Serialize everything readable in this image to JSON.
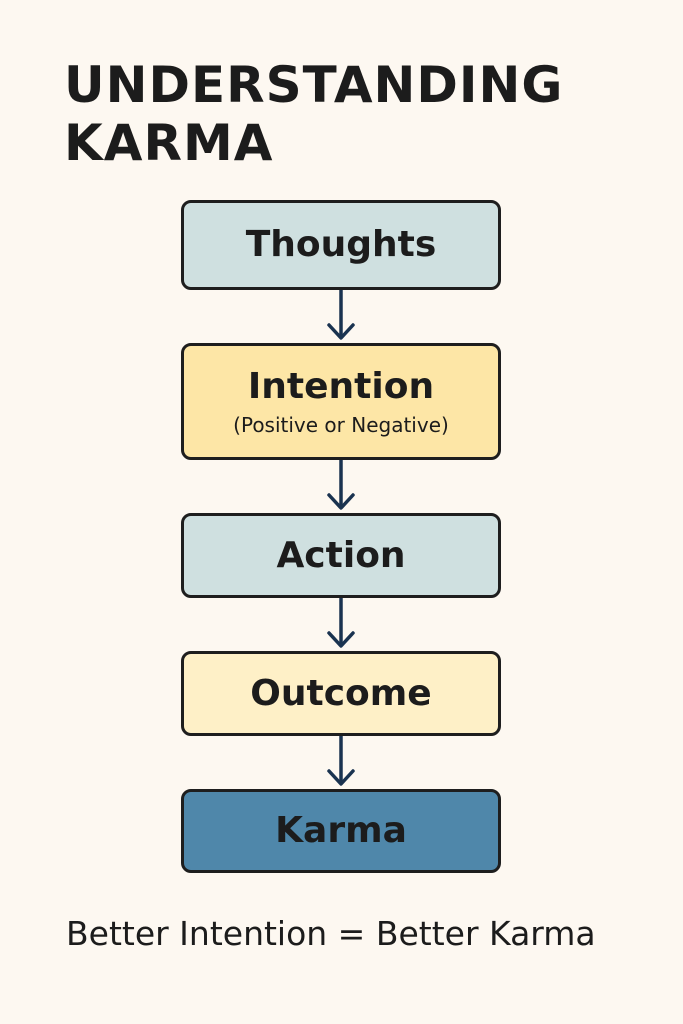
{
  "title": {
    "line1": "UNDERSTANDING",
    "line2": "KARMA"
  },
  "steps": [
    {
      "label": "Thoughts",
      "sublabel": "",
      "fill": "#cfe0e0"
    },
    {
      "label": "Intention",
      "sublabel": "(Positive or Negative)",
      "fill": "#fde6a6"
    },
    {
      "label": "Action",
      "sublabel": "",
      "fill": "#cfe0e0"
    },
    {
      "label": "Outcome",
      "sublabel": "",
      "fill": "#fef0c7"
    },
    {
      "label": "Karma",
      "sublabel": "",
      "fill": "#4f87aa"
    }
  ],
  "colors": {
    "background": "#fdf8f1",
    "arrow": "#1a3350",
    "border": "#1e1e1e"
  },
  "footer": "Better Intention = Better Karma"
}
